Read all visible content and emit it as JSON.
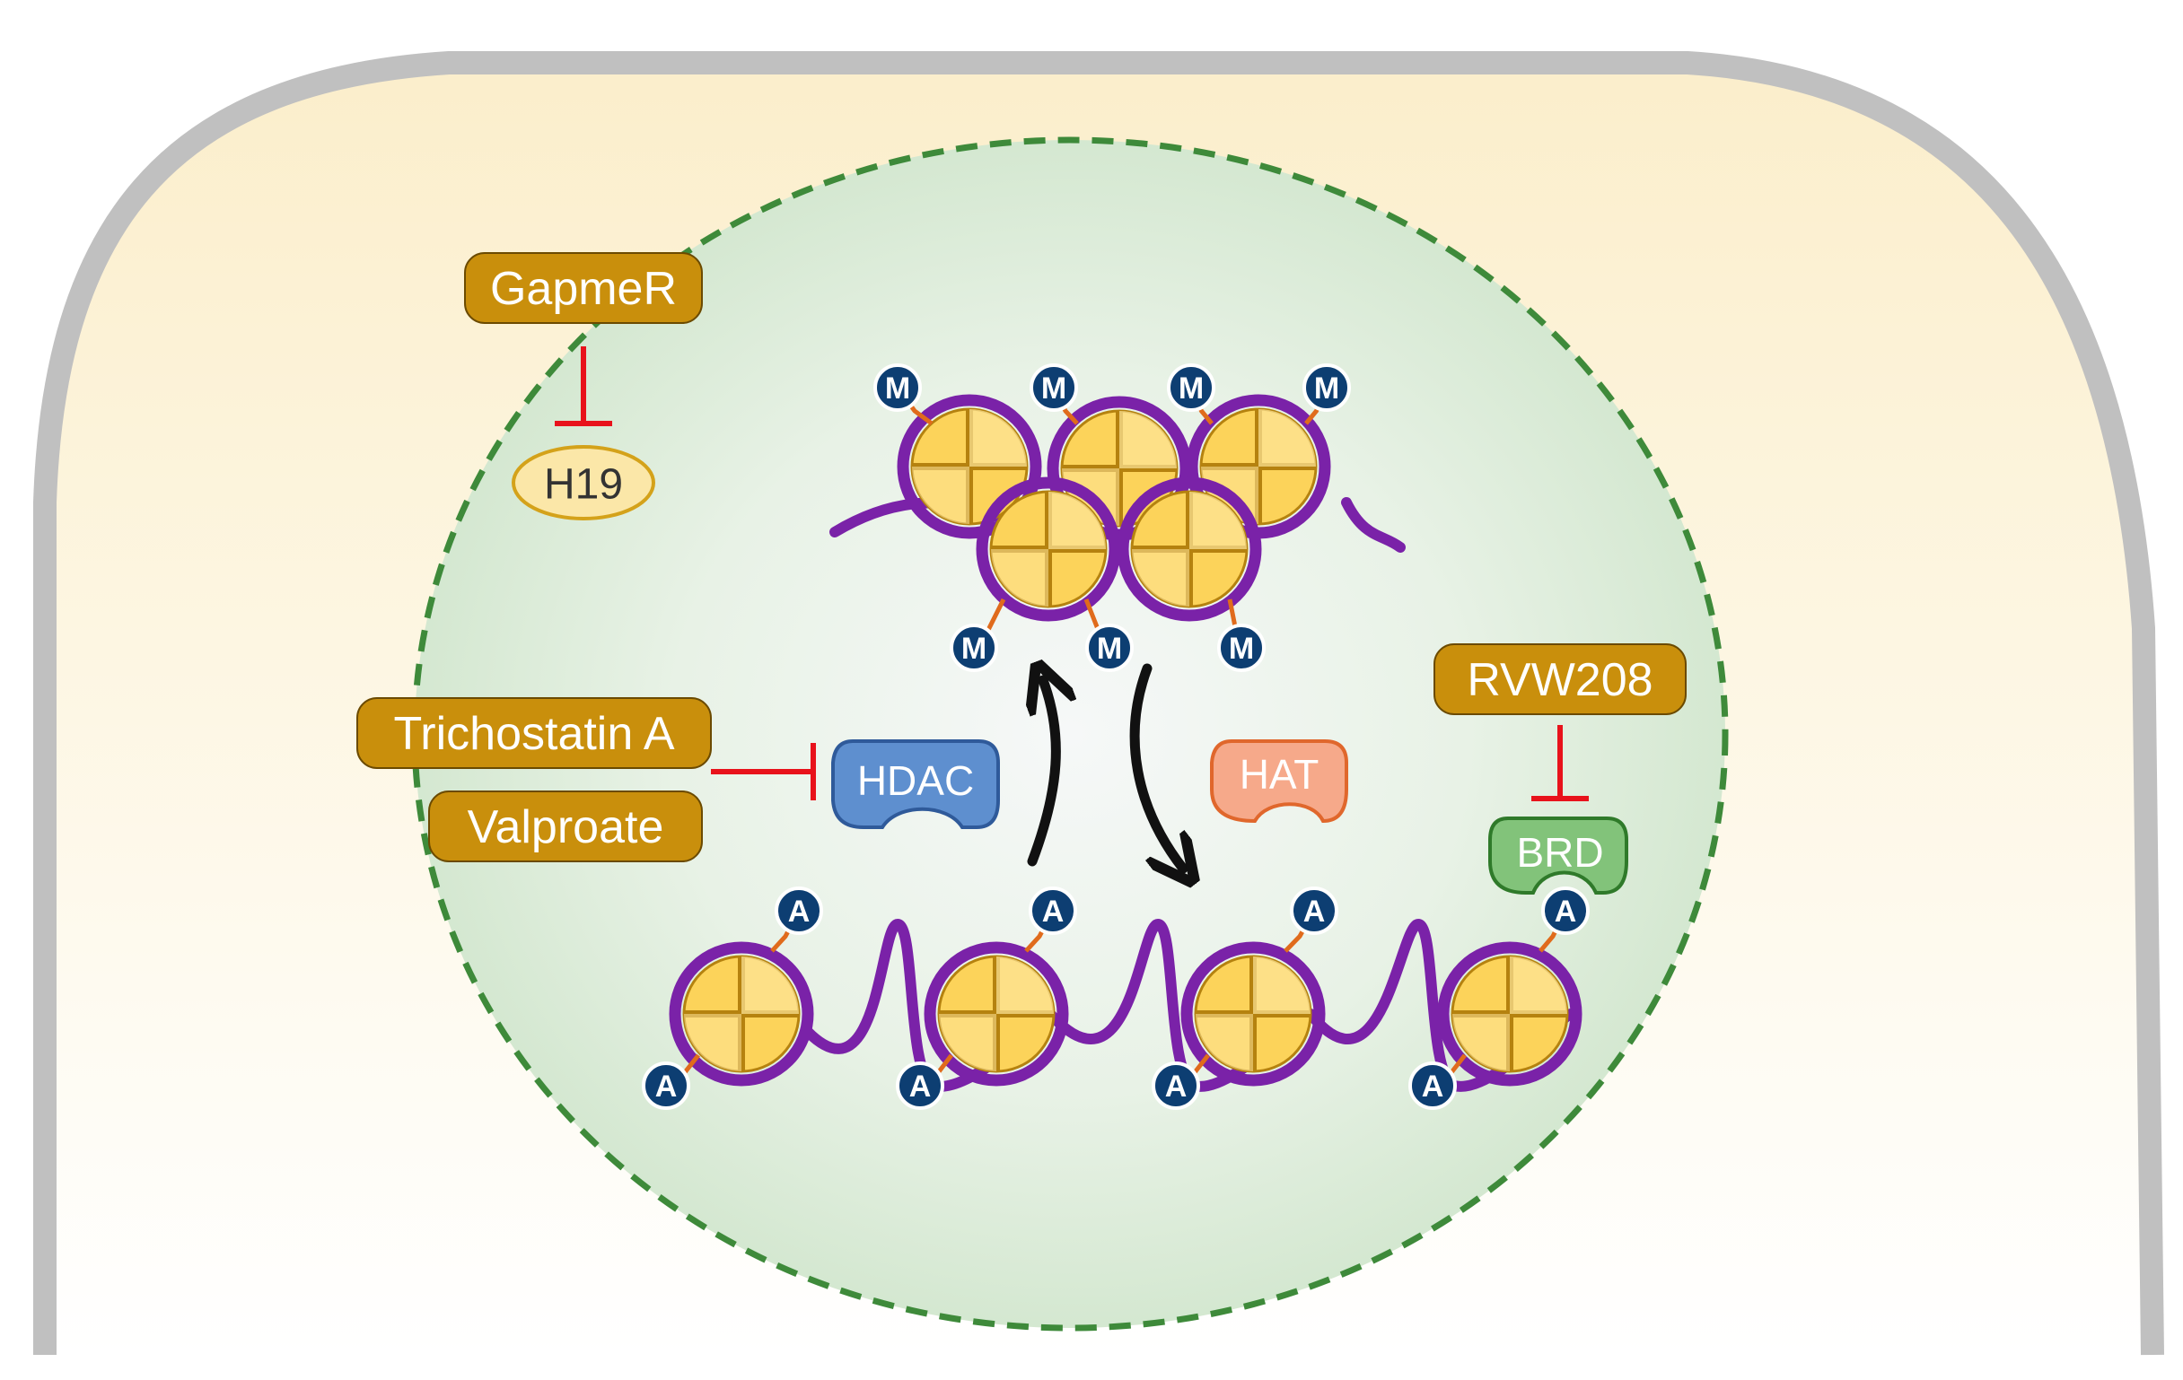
{
  "labels": {
    "gapmer": "GapmeR",
    "h19": "H19",
    "trichostatin": "Trichostatin A",
    "valproate": "Valproate",
    "rvw208": "RVW208",
    "hdac": "HDAC",
    "hat": "HAT",
    "brd": "BRD",
    "methyl_mark": "M",
    "acetyl_mark": "A"
  },
  "colors": {
    "cytoplasm": "#fbf0cf",
    "membrane": "#c0c0c0",
    "nucleus": "#d6ead2",
    "nuclear_envelope": "#3e8a3a",
    "drug_box": "#c98f0c",
    "inhibition": "#e8121b",
    "dna": "#7a22a8",
    "histone": "#fcd35a",
    "histone_cross": "#b5820f",
    "tail": "#e06b1c",
    "mark": "#0d3e72",
    "hdac": "#5e8fcf",
    "hat": "#f6a98a",
    "brd": "#82c37a"
  },
  "icons": {
    "inhibition": "t-bar-arrow-icon",
    "transition": "curved-arrow-icon"
  }
}
